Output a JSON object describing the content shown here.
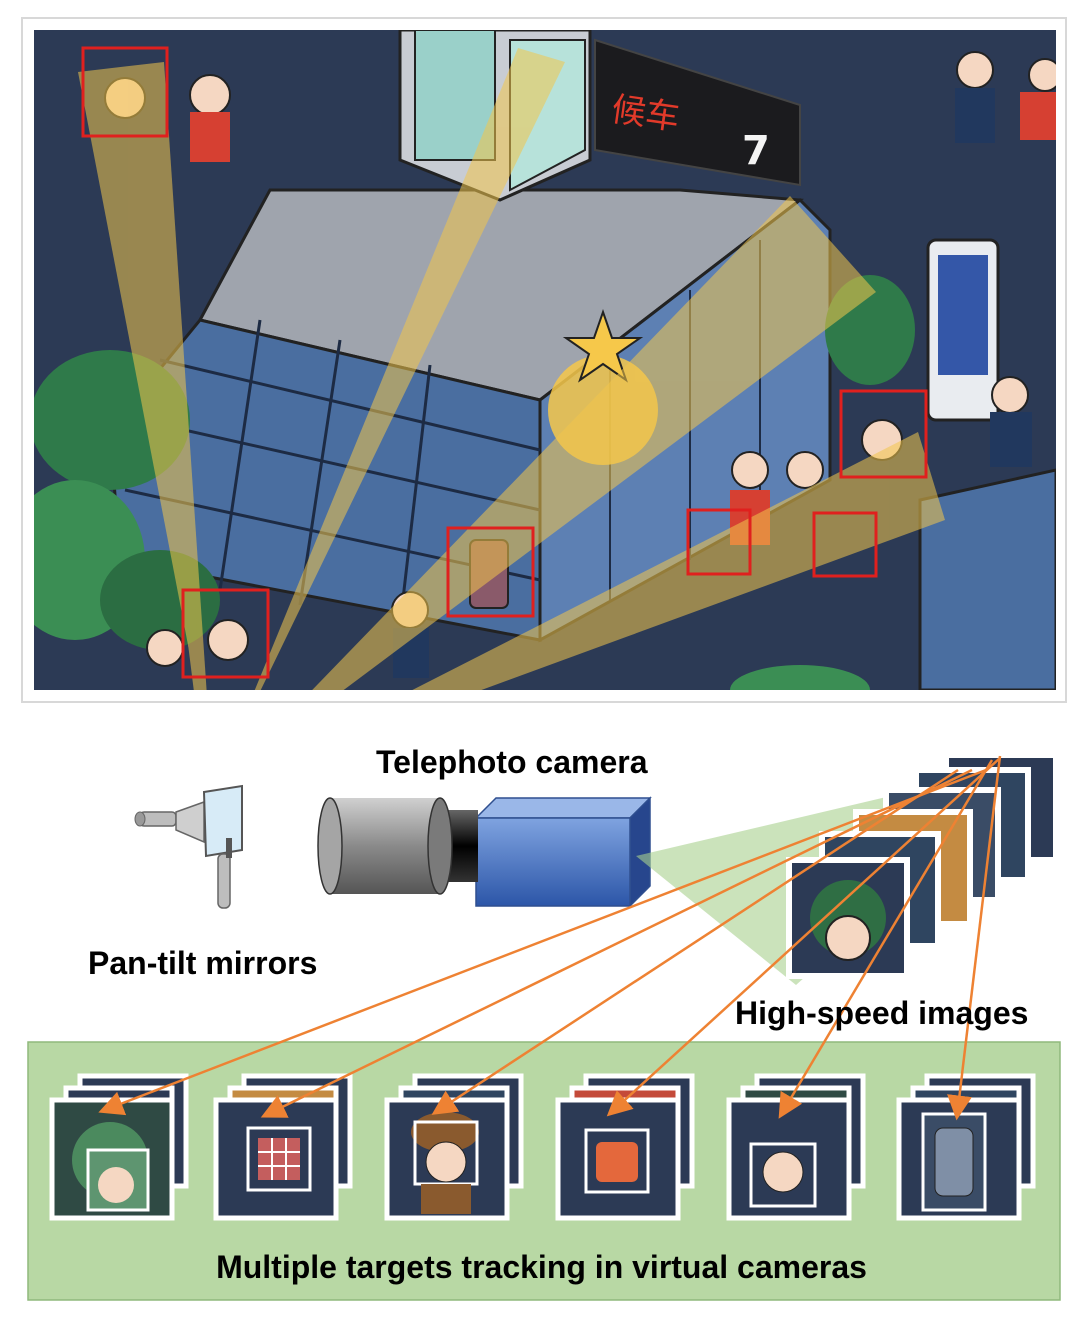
{
  "labels": {
    "telephoto_camera": "Telephoto camera",
    "pan_tilt_mirrors": "Pan-tilt mirrors",
    "high_speed_images": "High-speed images",
    "multi_tracking": "Multiple targets tracking in virtual cameras"
  },
  "scene": {
    "sign_text": "候车",
    "sign_number": "7"
  },
  "colors": {
    "scene_bg": "#2c3a55",
    "beam": "#f2c64c",
    "target_box": "#e0201e",
    "camera_body": "#3f6bbf",
    "lens_gray": "#9a9a9a",
    "green_panel": "#b8d8a4",
    "green_beam": "#a8d08d",
    "arrow": "#ee8233"
  },
  "icons": [
    "pan-tilt-mirror-icon",
    "telephoto-camera-icon"
  ],
  "virtual_camera_stacks": [
    {
      "name": "stack-hat-person"
    },
    {
      "name": "stack-backpack"
    },
    {
      "name": "stack-old-man"
    },
    {
      "name": "stack-red-bag"
    },
    {
      "name": "stack-police-face"
    },
    {
      "name": "stack-trash-can"
    }
  ]
}
